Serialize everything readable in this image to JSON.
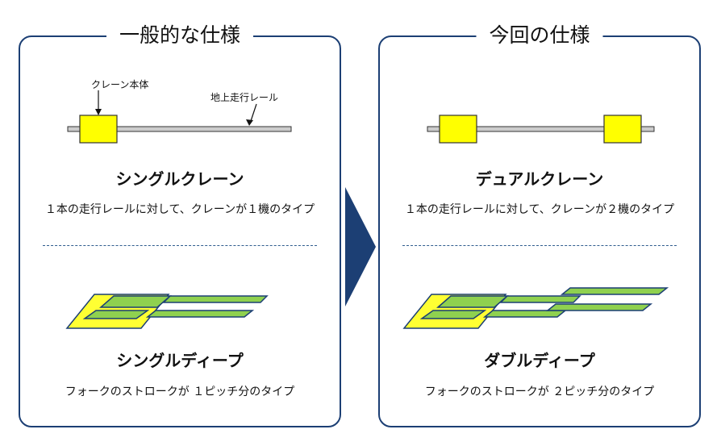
{
  "left": {
    "title": "一般的な仕様",
    "crane_label": "クレーン本体",
    "rail_label": "地上走行レール",
    "crane_heading": "シングルクレーン",
    "crane_desc": "１本の走行レールに対して、クレーンが１機のタイプ",
    "deep_heading": "シングルディープ",
    "deep_desc": "フォークのストロークが １ピッチ分のタイプ"
  },
  "right": {
    "title": "今回の仕様",
    "crane_heading": "デュアルクレーン",
    "crane_desc": "１本の走行レールに対して、クレーンが２機のタイプ",
    "deep_heading": "ダブルディープ",
    "deep_desc": "フォークのストロークが ２ピッチ分のタイプ"
  },
  "colors": {
    "frame": "#1c3f74",
    "crane_fill": "#ffff00",
    "fork_green": "#8fd14f",
    "fork_yellow": "#ffff33",
    "rail": "#cccccc"
  }
}
